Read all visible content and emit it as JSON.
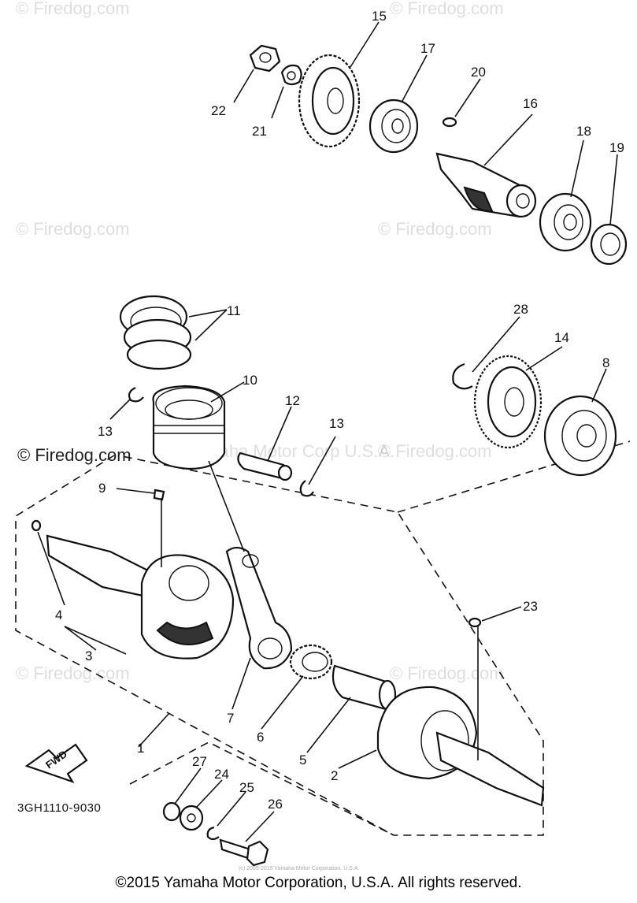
{
  "watermarks": {
    "brand": "© Firedog.com",
    "center_text": "Yamaha Motor Corp U.S.A.",
    "footer_small": "(c) 2005-2015 Yamaha Motor Corporation, U.S.A."
  },
  "part_code": "3GH1110-9030",
  "fwd_label": "FWD",
  "callouts": [
    "1",
    "2",
    "3",
    "4",
    "5",
    "6",
    "7",
    "8",
    "9",
    "10",
    "11",
    "12",
    "13",
    "13",
    "14",
    "15",
    "16",
    "17",
    "18",
    "19",
    "20",
    "21",
    "22",
    "23",
    "24",
    "25",
    "26",
    "27",
    "28"
  ],
  "copyright": "©2015 Yamaha Motor Corporation, U.S.A. All rights reserved."
}
